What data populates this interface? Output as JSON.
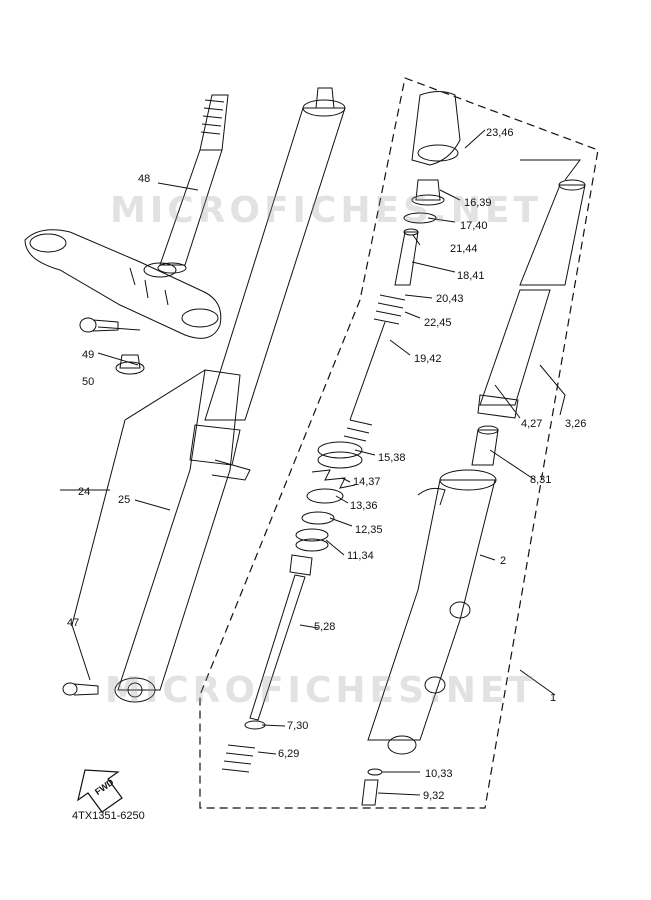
{
  "watermark": {
    "top": "MICROFICHES.NET",
    "bottom": "MICROFICHES.NET"
  },
  "diagram_code": "4TX1351-6250",
  "fwd_label": "FWD",
  "labels": {
    "l_23_46": "23,46",
    "l_16_39": "16,39",
    "l_17_40": "17,40",
    "l_21_44": "21,44",
    "l_18_41": "18,41",
    "l_20_43": "20,43",
    "l_22_45": "22,45",
    "l_19_42": "19,42",
    "l_15_38": "15,38",
    "l_14_37": "14,37",
    "l_13_36": "13,36",
    "l_12_35": "12,35",
    "l_11_34": "11,34",
    "l_5_28": "5,28",
    "l_7_30": "7,30",
    "l_6_29": "6,29",
    "l_10_33": "10,33",
    "l_9_32": "9,32",
    "l_4_27": "4,27",
    "l_3_26": "3,26",
    "l_8_31": "8,31",
    "l_2": "2",
    "l_1": "1",
    "l_48": "48",
    "l_49": "49",
    "l_50": "50",
    "l_24": "24",
    "l_25": "25",
    "l_47": "47"
  }
}
